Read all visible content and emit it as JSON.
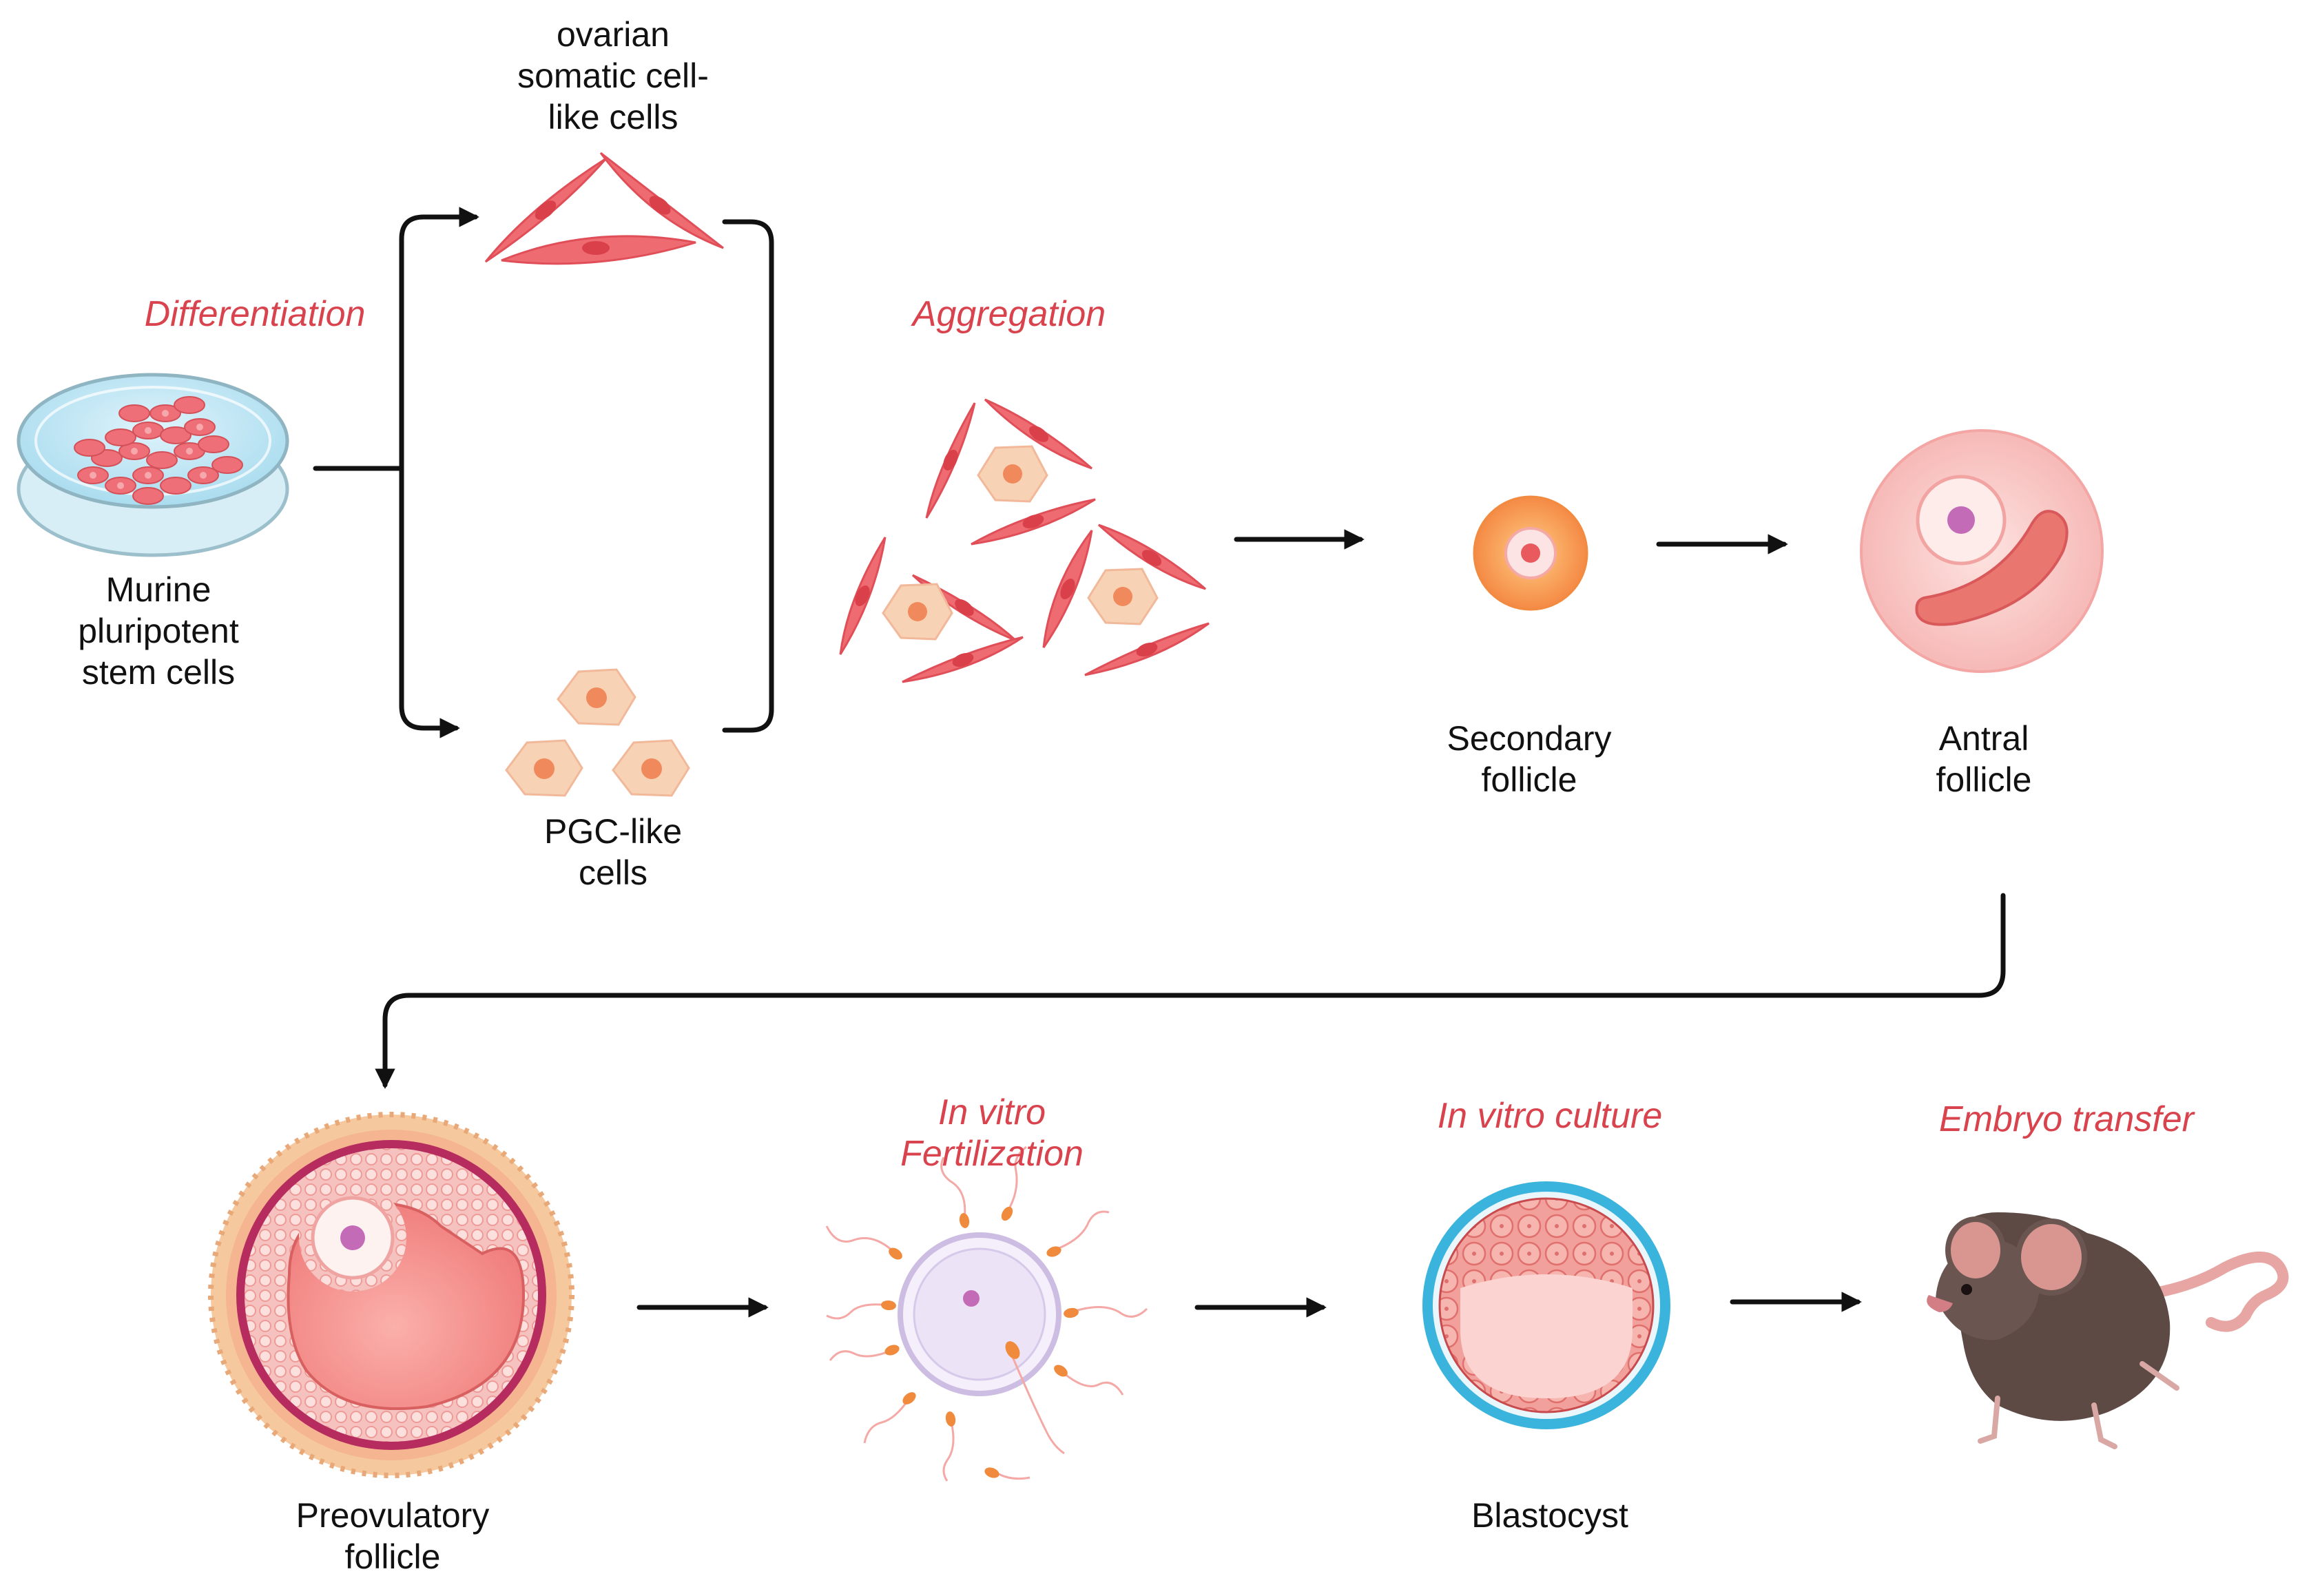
{
  "labels": {
    "murine": [
      "Murine",
      "pluripotent",
      "stem cells"
    ],
    "somatic": [
      "ovarian",
      "somatic cell-",
      "like cells"
    ],
    "pgc": [
      "PGC-like",
      "cells"
    ],
    "secondary": [
      "Secondary",
      "follicle"
    ],
    "antral": [
      "Antral",
      "follicle"
    ],
    "preovulatory": [
      "Preovulatory",
      "follicle"
    ],
    "blastocyst": "Blastocyst"
  },
  "steps": {
    "differentiation": "Differentiation",
    "aggregation": "Aggregation",
    "ivf": [
      "In vitro",
      "Fertilization"
    ],
    "ivc": "In vitro culture",
    "transfer": "Embryo transfer"
  },
  "colors": {
    "step_text": "#d9434d",
    "somatic_cell": "#ef6b72",
    "pgc_cell": "#f8d2b4",
    "nucleus_pgc": "#f08a5d",
    "follicle_pink": "#f9c6c4",
    "oocyte_nucleus": "#c46bb8",
    "blastocyst_ring": "#3bb4dd",
    "mouse_body": "#5e4a45",
    "arrow": "#111111"
  }
}
